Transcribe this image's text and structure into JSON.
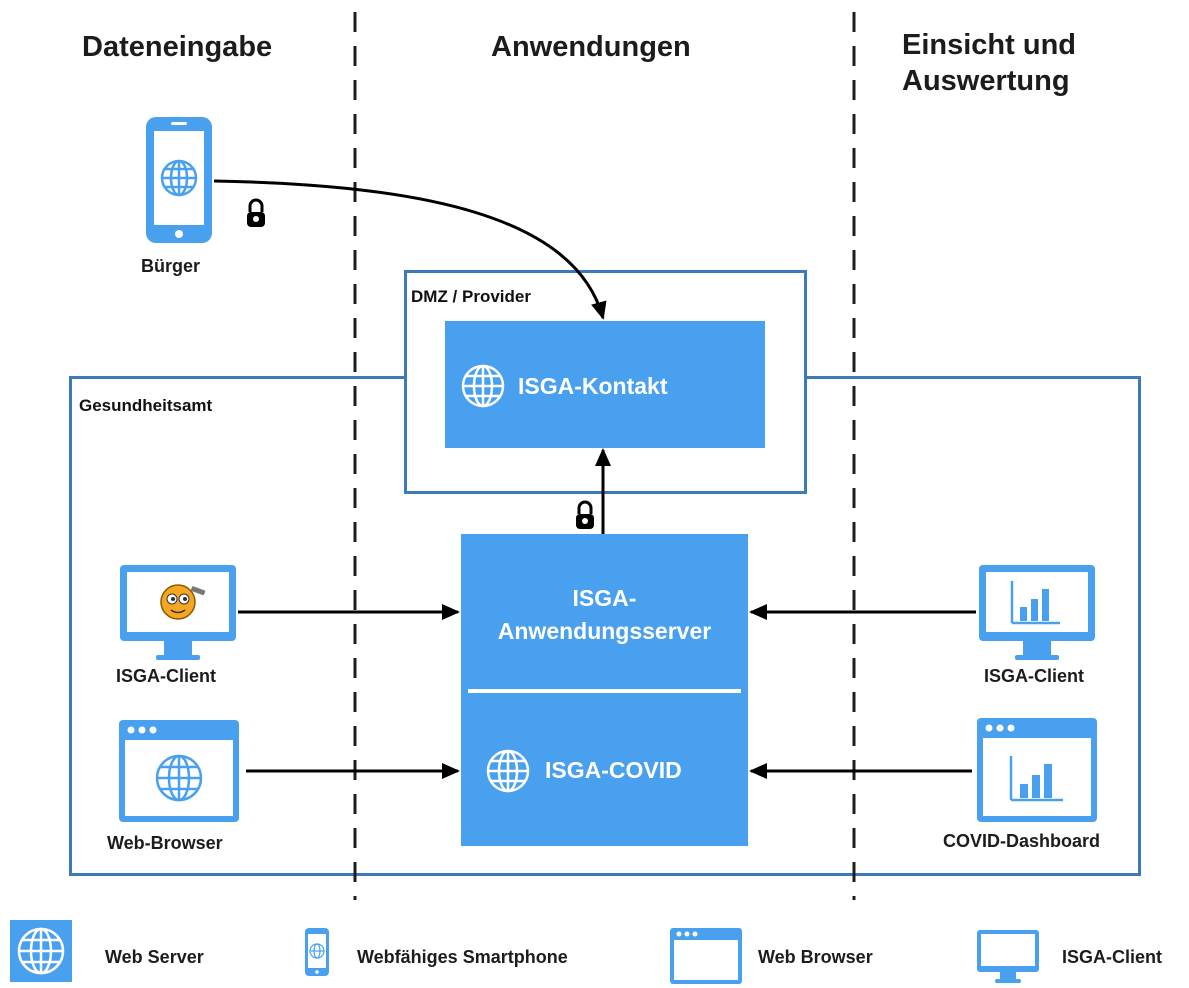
{
  "columns": {
    "input": "Dateneingabe",
    "apps": "Anwendungen",
    "insight_line1": "Einsicht und",
    "insight_line2": "Auswertung"
  },
  "zones": {
    "dmz": "DMZ / Provider",
    "office": "Gesundheitsamt"
  },
  "services": {
    "kontakt": "ISGA-Kontakt",
    "server_line1": "ISGA-",
    "server_line2": "Anwendungsserver",
    "covid": "ISGA-COVID"
  },
  "nodes": {
    "citizen": "Bürger",
    "client_left": "ISGA-Client",
    "browser_left": "Web-Browser",
    "client_right": "ISGA-Client",
    "dashboard": "COVID-Dashboard"
  },
  "legend": {
    "web_server": "Web Server",
    "smartphone": "Webfähiges Smartphone",
    "web_browser": "Web Browser",
    "isga_client": "ISGA-Client"
  },
  "colors": {
    "icon_blue": "#49a0ef",
    "zone_border": "#3d7ab8"
  }
}
